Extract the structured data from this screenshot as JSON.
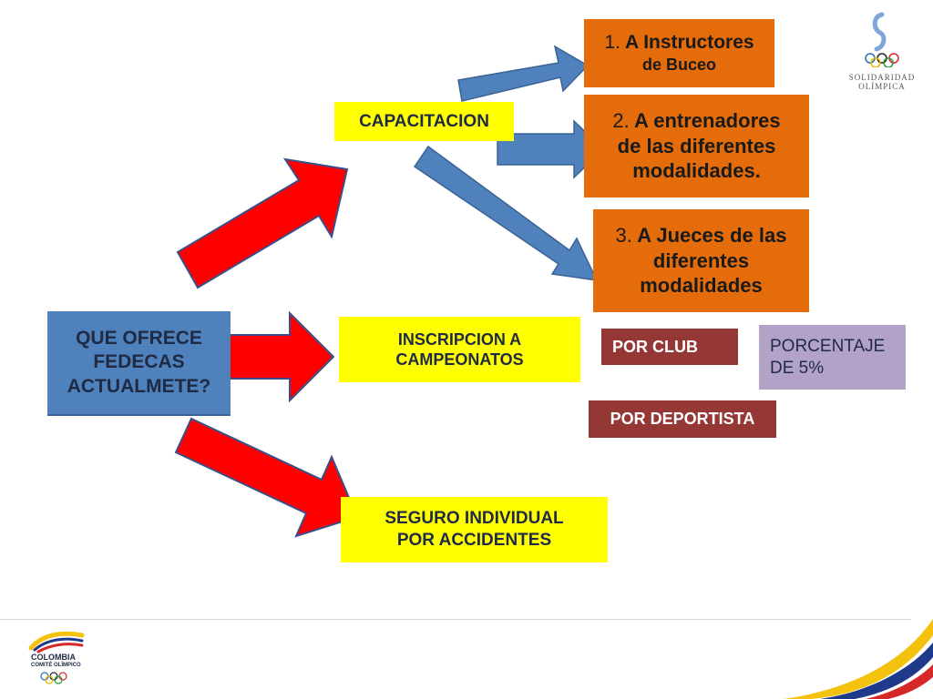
{
  "main": {
    "question": [
      "QUE OFRECE",
      "FEDECAS",
      "ACTUALMETE?"
    ]
  },
  "capacitacion": {
    "label": "CAPACITACION",
    "items": [
      {
        "num": "1.",
        "lines": [
          "A Instructores",
          "de Buceo"
        ]
      },
      {
        "num": "2.",
        "lines": [
          "A entrenadores",
          "de las diferentes",
          "modalidades."
        ]
      },
      {
        "num": "3.",
        "lines": [
          "A Jueces de las",
          "diferentes",
          "modalidades"
        ]
      }
    ]
  },
  "inscripcion": {
    "lines": [
      "INSCRIPCION A",
      "CAMPEONATOS"
    ],
    "por_club": "POR CLUB",
    "por_deportista": "POR DEPORTISTA",
    "porcentaje": [
      "PORCENTAJE",
      "DE 5%"
    ]
  },
  "seguro": {
    "lines": [
      "SEGURO INDIVIDUAL",
      "POR ACCIDENTES"
    ]
  },
  "logos": {
    "solidaridad": [
      "SOLIDARIDAD",
      "OLÍMPICA"
    ],
    "colombia": [
      "COLOMBIA",
      "COMITÉ OLÍMPICO"
    ]
  },
  "colors": {
    "yellow": "#ffff00",
    "orange": "#e46c0a",
    "blue": "#4f81bd",
    "red_arrow": "#ff0000",
    "maroon": "#953735",
    "lilac": "#b3a2c7"
  }
}
